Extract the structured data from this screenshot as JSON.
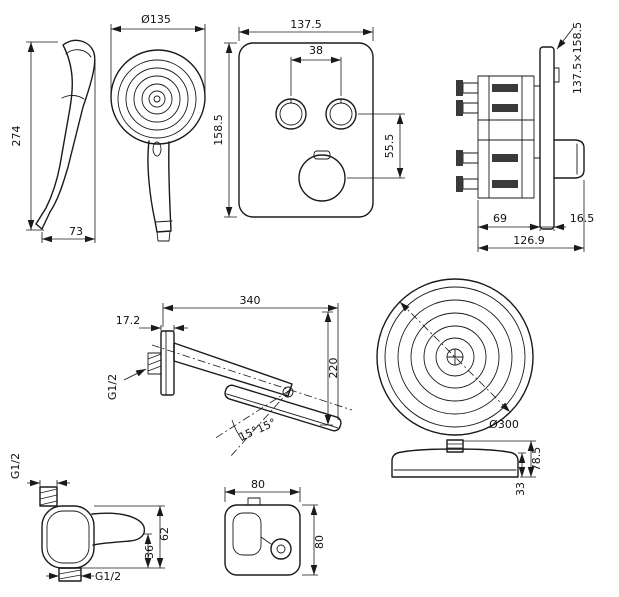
{
  "meta": {
    "background": "#ffffff",
    "line_color": "#1a1a1a"
  },
  "hand_shower_side": {
    "height": "274",
    "width": "73"
  },
  "hand_shower_front": {
    "diameter": "Ø135"
  },
  "valve_front": {
    "width": "137.5",
    "button_spacing": "38",
    "height": "158.5",
    "button_to_knob": "55.5"
  },
  "valve_side": {
    "plate_size": "137.5×158.5",
    "recess_depth": "69",
    "plate_depth": "16.5",
    "total_depth": "126.9"
  },
  "shower_arm": {
    "reach": "340",
    "plate_depth": "17.2",
    "thread": "G1/2",
    "height": "220",
    "tilt_left": "15°",
    "tilt_right": "15°"
  },
  "head_top": {
    "diameter": "Ø300"
  },
  "head_side": {
    "height_total": "78.5",
    "height_edge": "33"
  },
  "wall_outlet": {
    "thread_top": "G1/2",
    "height_total": "62",
    "height_lower": "36",
    "thread_bottom": "G1/2"
  },
  "holder": {
    "width": "80",
    "height": "80"
  }
}
